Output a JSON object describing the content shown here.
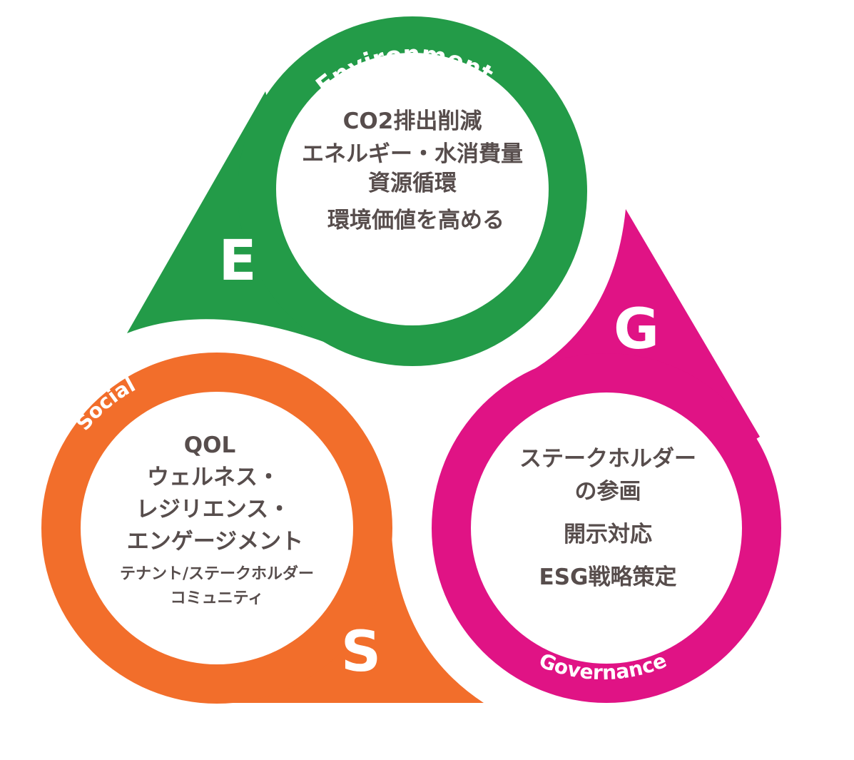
{
  "colors": {
    "environment": "#239b48",
    "social": "#f26e2b",
    "governance": "#e01385",
    "text": "#574d4c"
  },
  "environment": {
    "title": "Environment",
    "letter": "E",
    "items": [
      "CO2排出削減",
      "エネルギー・水消費量",
      "資源循環",
      "環境価値を高める"
    ]
  },
  "social": {
    "title": "Social",
    "letter": "S",
    "items": [
      "QOL",
      "ウェルネス・",
      "レジリエンス・",
      "エンゲージメント"
    ],
    "sub_items": [
      "テナント/ステークホルダー",
      "コミュニティ"
    ]
  },
  "governance": {
    "title": "Governance",
    "letter": "G",
    "items": [
      "ステークホルダー",
      "の参画",
      "開示対応",
      "ESG戦略策定"
    ]
  }
}
